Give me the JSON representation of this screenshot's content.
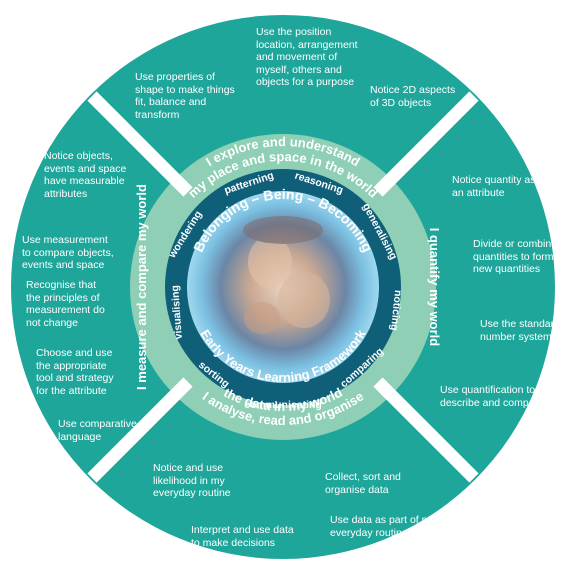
{
  "colors": {
    "outer_ring": "#1fa69a",
    "middle_ring": "#8ecfb5",
    "inner_ring": "#0f5f79",
    "centre_glow": "#8fcde8",
    "text_light": "#ffffff"
  },
  "centre": {
    "arc_top": "Belonging – Being – Becoming",
    "arc_bottom": "Early Years Learning Framework",
    "image_icon": "child-photo"
  },
  "inner_ring_words": {
    "wondering": "wondering",
    "patterning": "patterning",
    "reasoning": "reasoning",
    "generalising": "generalising",
    "noticing": "noticing",
    "comparing": "comparing",
    "communicating": "communicating",
    "sorting": "sorting",
    "visualising": "visualising"
  },
  "middle_ring": {
    "top_line1": "I explore and understand",
    "top_line2": "my place and space in the world",
    "right": "I quantify my world",
    "bottom_line1": "I analyse, read and organise",
    "bottom_line2": "the data in my world",
    "left": "I measure and compare my world"
  },
  "outer_ring": {
    "top": {
      "shape": [
        "Use properties of",
        "shape to make things",
        "fit, balance and",
        "transform"
      ],
      "position": [
        "Use the position",
        "location, arrangement",
        "and movement of",
        "myself, others and",
        "objects for a purpose"
      ],
      "notice_2d": [
        "Notice 2D aspects",
        "of 3D objects"
      ]
    },
    "right": {
      "quantity_attr": [
        "Notice quantity as",
        "an attribute"
      ],
      "divide": [
        "Divide or combine",
        "quantities to form",
        "new quantities"
      ],
      "standard": [
        "Use the standard",
        "number system"
      ],
      "quantification": [
        "Use quantification to",
        "describe and compare"
      ]
    },
    "bottom": {
      "likelihood": [
        "Notice and use",
        "likelihood in my",
        "everyday routine"
      ],
      "collect": [
        "Collect, sort and",
        "organise data"
      ],
      "interpret": [
        "Interpret and use data",
        "to make decisions"
      ],
      "data_routine": [
        "Use data as part of my",
        "everyday routine"
      ]
    },
    "left": {
      "notice_objects": [
        "Notice objects,",
        "events and space",
        "have measurable",
        "attributes"
      ],
      "measurement": [
        "Use measurement",
        "to compare objects,",
        "events and space"
      ],
      "recognise": [
        "Recognise that",
        "the principles of",
        "measurement do",
        "not change"
      ],
      "choose": [
        "Choose and use",
        "the appropriate",
        "tool and strategy",
        "for the attribute"
      ],
      "comparative": [
        "Use comparative",
        "language"
      ]
    }
  }
}
